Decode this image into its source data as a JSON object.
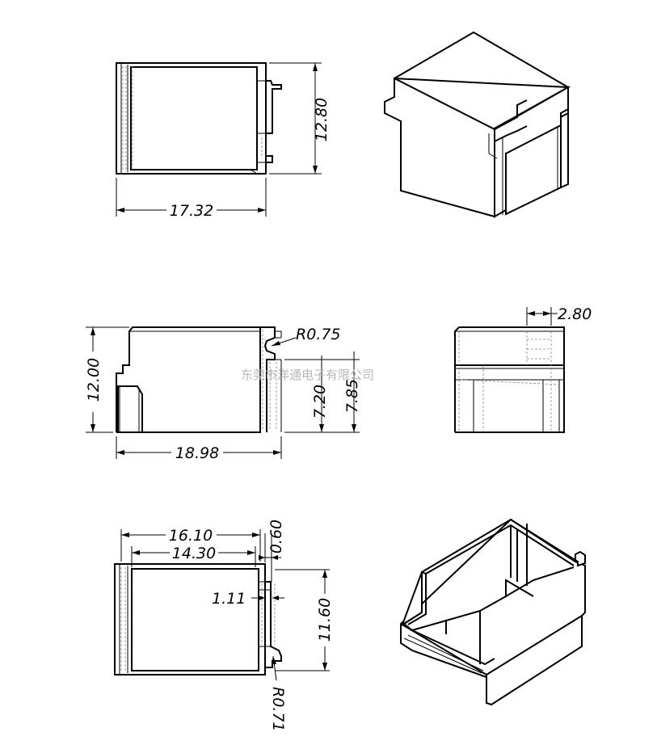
{
  "drawing": {
    "watermark": "东莞市洋通电子有限公司",
    "dimensions": {
      "top_width": "17.32",
      "top_height": "12.80",
      "front_height": "12.00",
      "front_width": "18.98",
      "radius_top": "R0.75",
      "slot_low": "7.20",
      "slot_high": "7.85",
      "side_slot": "2.80",
      "bottom_outer": "16.10",
      "bottom_inner": "14.30",
      "bottom_gap": "0.60",
      "bottom_notch": "1.11",
      "bottom_height": "11.60",
      "radius_bottom": "R0.71"
    }
  }
}
